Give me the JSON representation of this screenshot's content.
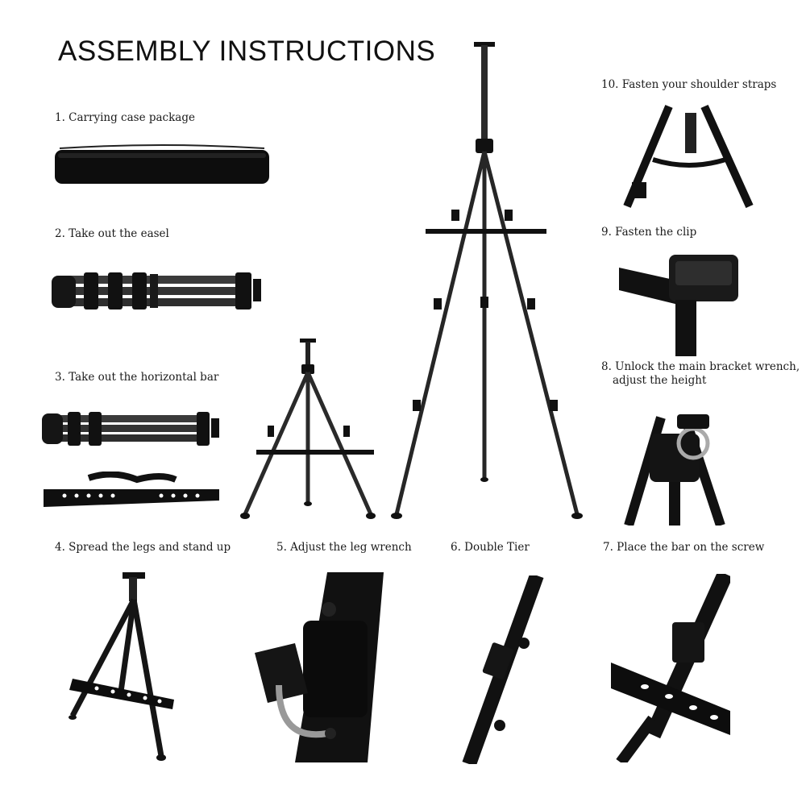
{
  "title": "ASSEMBLY INSTRUCTIONS",
  "steps": [
    {
      "label": "1. Carrying case package"
    },
    {
      "label": "2. Take out the easel"
    },
    {
      "label": "3. Take out the horizontal bar"
    },
    {
      "label": "4. Spread the legs and stand up"
    },
    {
      "label": "5. Adjust the leg wrench"
    },
    {
      "label": "6. Double Tier"
    },
    {
      "label": "7. Place the bar on the screw"
    },
    {
      "label": "8. Unlock the main bracket wrench,",
      "label_line2": "adjust the height"
    },
    {
      "label": "9. Fasten the clip"
    },
    {
      "label": "10. Fasten your shoulder straps"
    }
  ]
}
